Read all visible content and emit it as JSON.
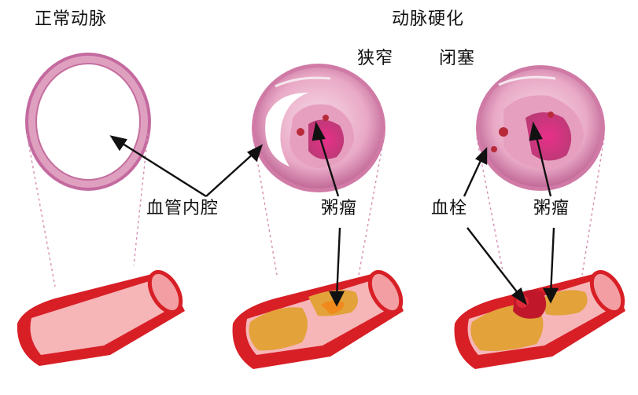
{
  "labels": {
    "normal_artery": "正常动脉",
    "atherosclerosis": "动脉硬化",
    "stenosis": "狭窄",
    "occlusion": "闭塞",
    "lumen": "血管内腔",
    "atheroma_1": "粥瘤",
    "thrombus": "血栓",
    "atheroma_2": "粥瘤"
  },
  "colors": {
    "vessel_wall": "#d81f26",
    "vessel_inner": "#f6b6b8",
    "wall_section": "#c46aa0",
    "plaque": "#e3a23a",
    "atheroma": "#d44a8a",
    "thrombus": "#c0182a",
    "leader_line": "#111111"
  }
}
